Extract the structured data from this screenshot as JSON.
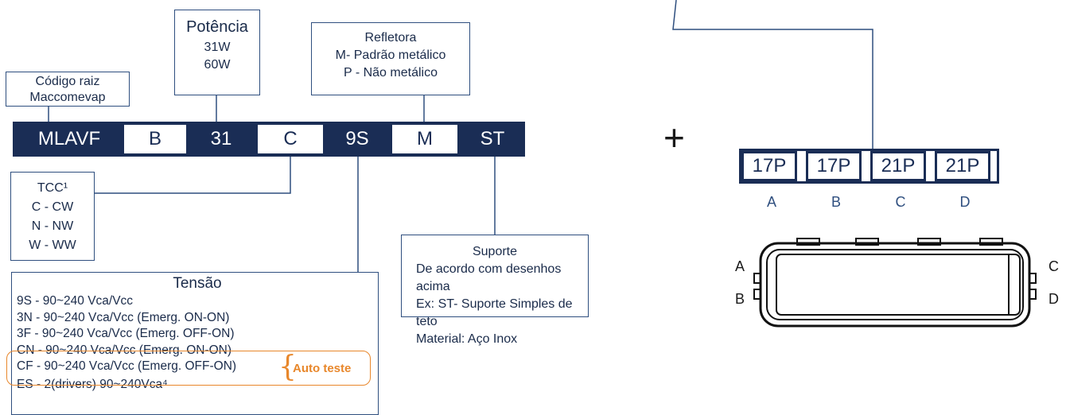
{
  "codigo_raiz": {
    "line1": "Código raiz",
    "line2": "Maccomevap"
  },
  "potencia": {
    "title": "Potência",
    "values": [
      "31W",
      "60W"
    ]
  },
  "refletora": {
    "title": "Refletora",
    "options": [
      "M- Padrão metálico",
      "P - Não metálico"
    ]
  },
  "code_segments": [
    "MLAVF",
    "B",
    "31",
    "C",
    "9S",
    "M",
    "ST"
  ],
  "tcc": {
    "title": "TCC¹",
    "options": [
      "C - CW",
      "N - NW",
      "W - WW"
    ]
  },
  "tensao": {
    "title": "Tensão",
    "options": [
      "9S - 90~240 Vca/Vcc",
      "3N - 90~240 Vca/Vcc (Emerg. ON-ON)",
      "3F - 90~240 Vca/Vcc (Emerg. OFF-ON)",
      "CN - 90~240 Vca/Vcc (Emerg. ON-ON)",
      "CF - 90~240 Vca/Vcc (Emerg. OFF-ON)",
      "ES - 2(drivers) 90~240Vca⁴"
    ],
    "auto_teste_label": "Auto teste",
    "highlight_color": "#e8872b"
  },
  "suporte": {
    "title": "Suporte",
    "lines": [
      "De acordo com desenhos acima",
      "Ex: ST- Suporte Simples de teto",
      "Material: Aço Inox"
    ]
  },
  "plus_sign": "+",
  "connectors": {
    "codes": [
      "17P",
      "17P",
      "21P",
      "21P"
    ],
    "labels": [
      "A",
      "B",
      "C",
      "D"
    ]
  },
  "fixture_labels": {
    "left": [
      "A",
      "B"
    ],
    "right": [
      "C",
      "D"
    ]
  },
  "colors": {
    "navy": "#1a2d55",
    "line": "#2f4f7f",
    "orange": "#e8872b"
  }
}
